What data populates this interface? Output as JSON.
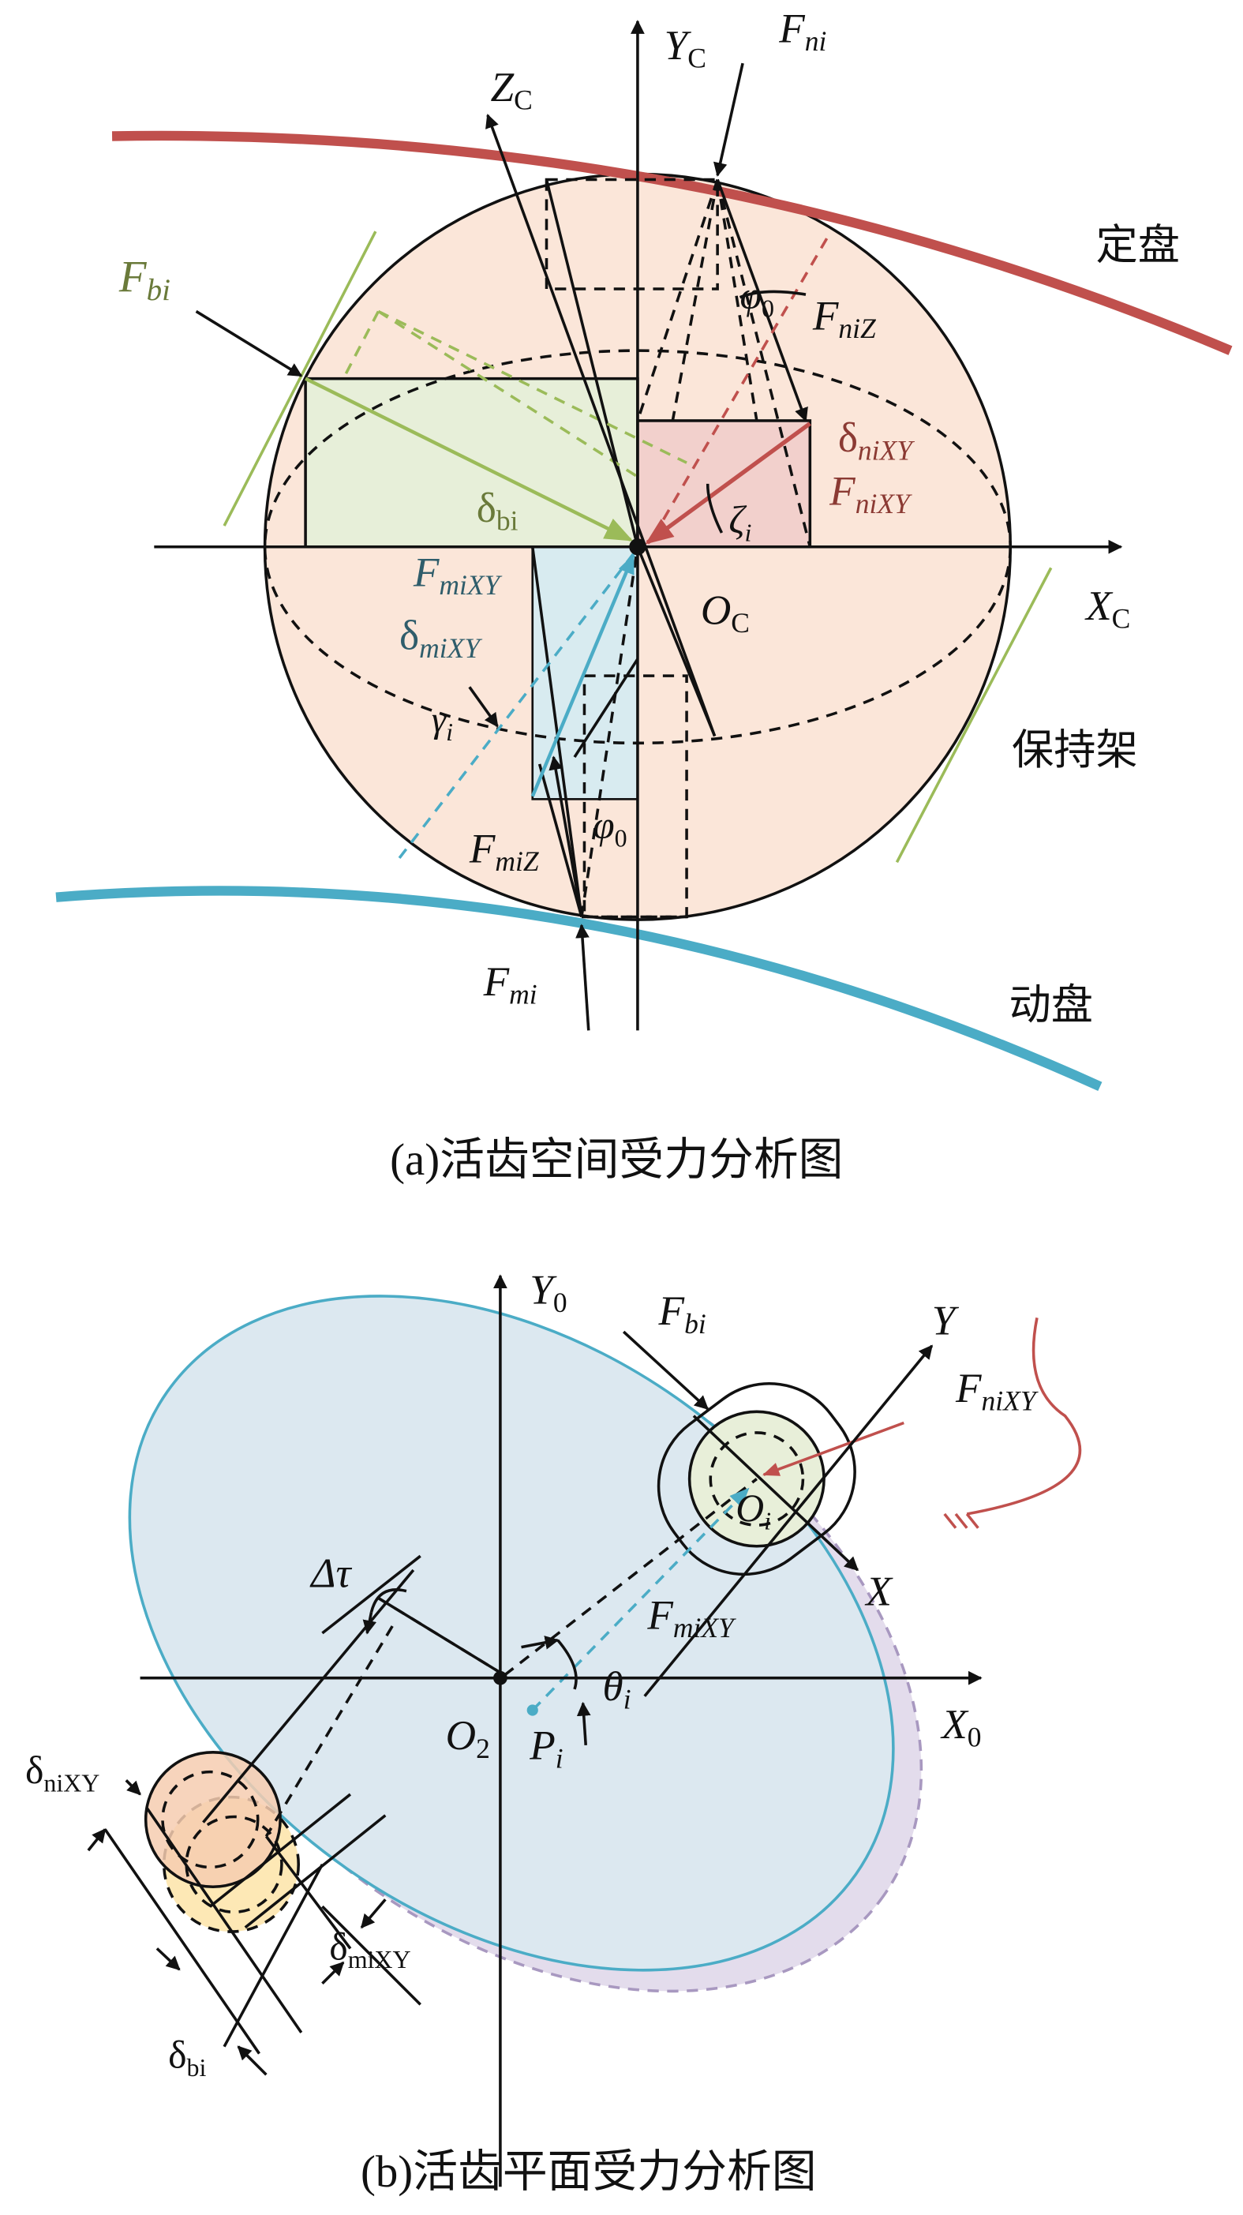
{
  "figure_a": {
    "caption": "(a)活齿空间受力分析图",
    "labels": {
      "yc": "Y",
      "yc_sub": "C",
      "zc": "Z",
      "zc_sub": "C",
      "xc": "X",
      "xc_sub": "C",
      "oc": "O",
      "oc_sub": "C",
      "fni": "F",
      "fni_sub": "ni",
      "fbi": "F",
      "fbi_sub": "bi",
      "phi0_top": "φ",
      "phi0_top_sub": "0",
      "fniz": "F",
      "fniz_sub": "niZ",
      "dnixy": "δ",
      "dnixy_sub": "niXY",
      "fnixy": "F",
      "fnixy_sub": "niXY",
      "zeta": "ζ",
      "zeta_sub": "i",
      "dbi": "δ",
      "dbi_sub": "bi",
      "fmixy": "F",
      "fmixy_sub": "miXY",
      "dmixy": "δ",
      "dmixy_sub": "miXY",
      "gamma": "γ",
      "gamma_sub": "i",
      "fmiz": "F",
      "fmiz_sub": "miZ",
      "phi0_bot": "φ",
      "phi0_bot_sub": "0",
      "fmi": "F",
      "fmi_sub": "mi",
      "fixed_disk": "定盘",
      "cage": "保持架",
      "moving_disk": "动盘"
    }
  },
  "figure_b": {
    "caption": "(b)活齿平面受力分析图",
    "labels": {
      "y0": "Y",
      "y0_sub": "0",
      "x0": "X",
      "x0_sub": "0",
      "fbi": "F",
      "fbi_sub": "bi",
      "y": "Y",
      "x": "X",
      "fnixy": "F",
      "fnixy_sub": "niXY",
      "oi": "O",
      "oi_sub": "i",
      "fmixy": "F",
      "fmixy_sub": "miXY",
      "dtau": "Δτ",
      "theta": "θ",
      "theta_sub": "i",
      "o2": "O",
      "o2_sub": "2",
      "pi": "P",
      "pi_sub": "i",
      "dnixy": "δ",
      "dnixy_sub": "niXY",
      "dmixy": "δ",
      "dmixy_sub": "miXY",
      "dbi": "δ",
      "dbi_sub": "bi"
    }
  },
  "colors": {
    "red": "#c0504d",
    "blue": "#4bacc6",
    "green": "#9bbb59",
    "sphere": "#fbe6d9"
  }
}
